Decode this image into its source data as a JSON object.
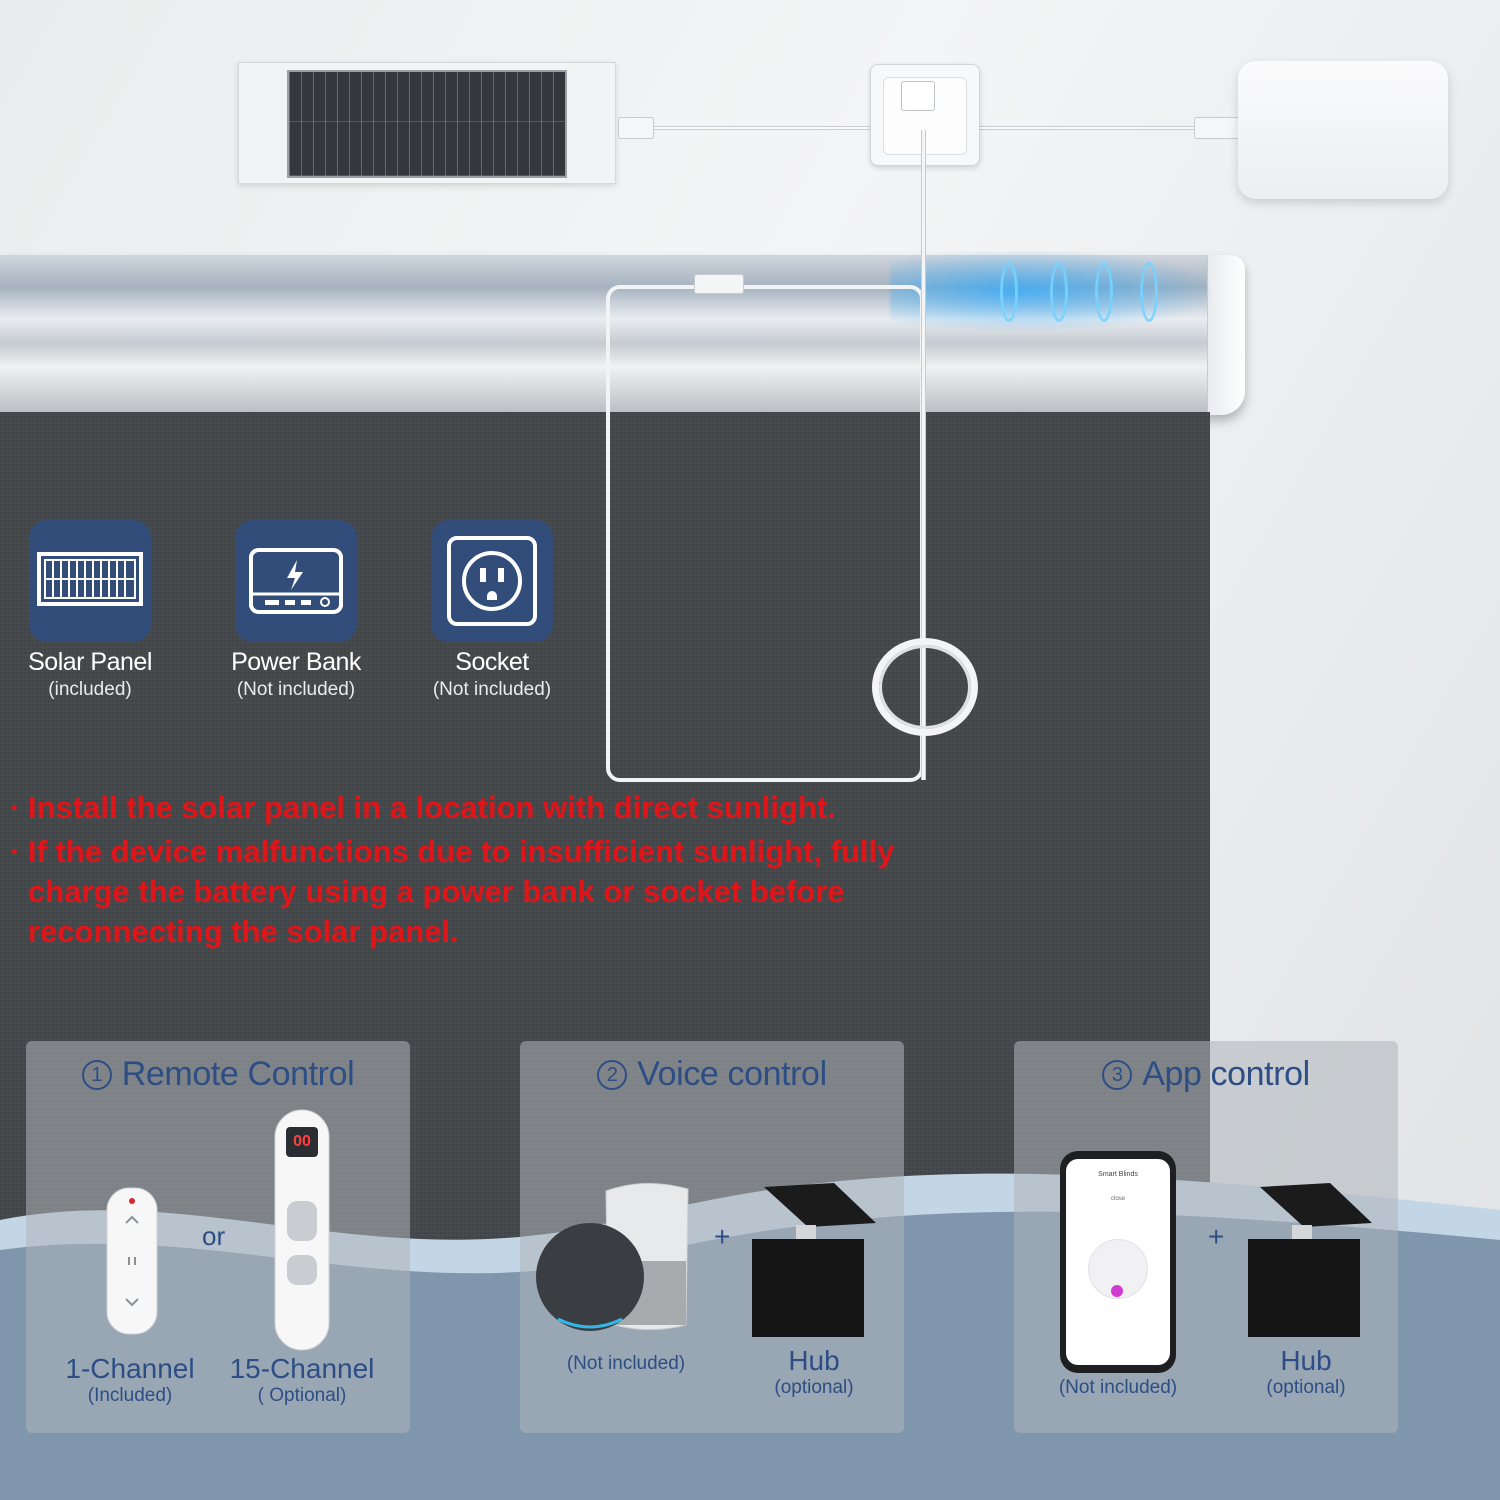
{
  "power_options": [
    {
      "name": "Solar Panel",
      "note": "(included)",
      "icon": "solar-panel-icon"
    },
    {
      "name": "Power Bank",
      "note": "(Not included)",
      "icon": "power-bank-icon"
    },
    {
      "name": "Socket",
      "note": "(Not included)",
      "icon": "socket-icon"
    }
  ],
  "warnings": {
    "bullet": "·",
    "line1": "Install the solar panel in a location with direct sunlight.",
    "line2a": "If the device malfunctions due to insufficient sunlight, fully",
    "line2b": "charge the battery using a power bank or socket before",
    "line2c": "reconnecting the solar panel."
  },
  "controls": {
    "remote": {
      "number": "1",
      "title": "Remote Control",
      "or": "or",
      "display": "00",
      "channel1": {
        "name": "1-Channel",
        "note": "(Included)"
      },
      "channel15": {
        "name": "15-Channel",
        "note": "( Optional)"
      }
    },
    "voice": {
      "number": "2",
      "title": "Voice control",
      "plus": "+",
      "speaker_note": "(Not included)",
      "hub": {
        "name": "Hub",
        "note": "(optional)"
      }
    },
    "app": {
      "number": "3",
      "title": "App control",
      "plus": "+",
      "phone_header": "Smart Blinds",
      "phone_status": "close",
      "phone_note": "(Not included)",
      "hub": {
        "name": "Hub",
        "note": "(optional)"
      }
    }
  },
  "colors": {
    "accent_blue": "#2d4e85",
    "tile_blue": "#324d7a",
    "warning_red": "#e0151a",
    "shade_gray": "#45484b"
  }
}
